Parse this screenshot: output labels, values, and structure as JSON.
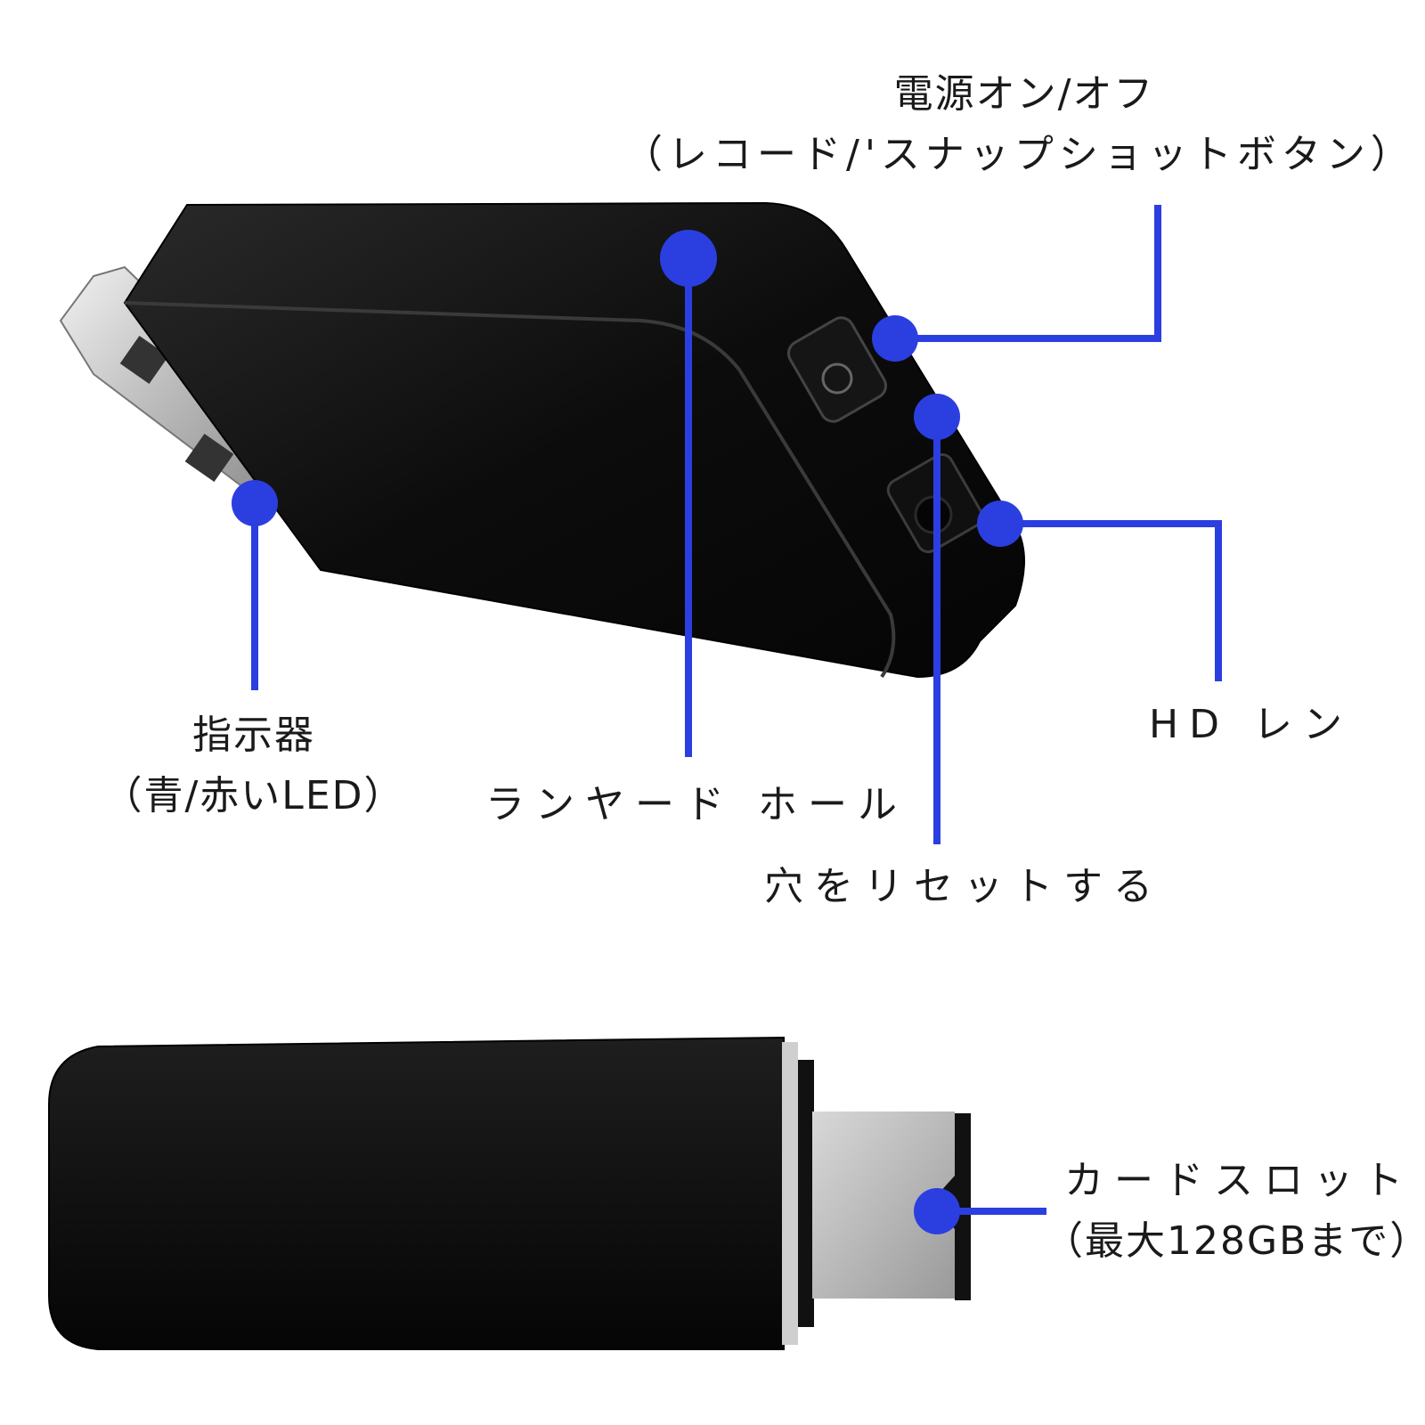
{
  "labels": {
    "power_line1": "電源オン/オフ",
    "power_line2": "（レコード/'スナップショットボタン）",
    "indicator_line1": "指示器",
    "indicator_line2": "（青/赤いLED）",
    "lanyard": "ランヤード ホール",
    "reset": "穴をリセットする",
    "lens": "HD レン",
    "card_line1": "カードスロット",
    "card_line2": "（最大128GBまで）"
  },
  "colors": {
    "callout": "#2b3fe0",
    "device_body": "#0b0b0b",
    "text": "#1a1a1a"
  }
}
